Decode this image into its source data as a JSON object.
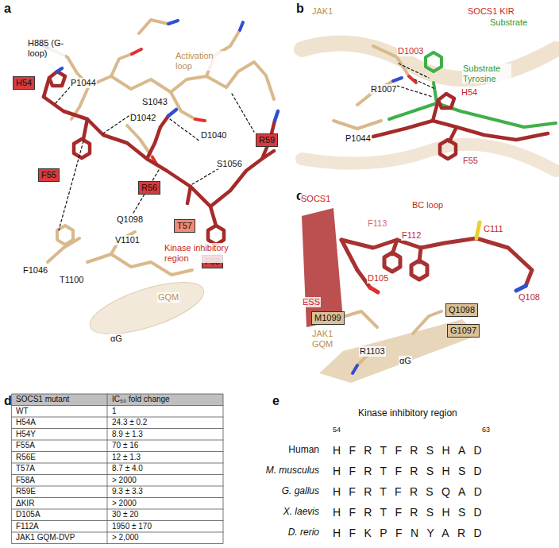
{
  "diagram": {
    "nodes": [
      {
        "text": [
          "H54"
        ]
      },
      {
        "text": [
          "F55"
        ]
      },
      {
        "text": [
          "R56"
        ]
      },
      {
        "text": [
          "T57"
        ]
      },
      {
        "text": [
          "F58"
        ]
      },
      {
        "text": [
          "R59"
        ]
      },
      {
        "text": [
          "M1099"
        ]
      },
      {
        "text": [
          "Q1098"
        ]
      },
      {
        "text": [
          "G1097"
        ]
      }
    ],
    "labels": [
      "a",
      "H885 (G-loop)",
      "Activation loop",
      "P1044",
      "S1043",
      "D1042",
      "D1040",
      "S1056",
      "Q1098",
      "V1101",
      "F1046",
      "T1100",
      "GQM",
      "αG",
      "Kinase inhibitory region",
      "b",
      "JAK1",
      "SOCS1 KIR",
      "Substrate",
      "D1003",
      "Substrate Tyrosine",
      "R1007",
      "H54",
      "P1044",
      "F55",
      "c",
      "SOCS1",
      "BC loop",
      "F113",
      "F112",
      "C111",
      "Q108",
      "D105",
      "ESS",
      "JAK1 GQM",
      "R1103",
      "αG",
      "d",
      "SOCS1 mutant",
      "IC₅₀ fold change",
      "WT",
      "1",
      "H54A",
      "24.3 ± 0.2",
      "H54Y",
      "8.9 ± 1.3",
      "F55A",
      "70 ± 16",
      "R56E",
      "12 ± 1.3",
      "T57A",
      "8.7 ± 4.0",
      "F58A",
      "> 2000",
      "R59E",
      "9.3 ± 3.3",
      "ΔKIR",
      "> 2000",
      "D105A",
      "30 ± 20",
      "F112A",
      "1950 ± 170",
      "JAK1 GQM-DVP",
      "> 2,000",
      "e",
      "Kinase inhibitory region",
      "54",
      "63",
      "Human",
      "M. musculus",
      "G. gallus",
      "X. laevis",
      "D. rerio",
      "HFRTFRSHAD",
      "HFRTFRSHSD",
      "HFRTFRSQAD",
      "HFRTFRSHSD",
      "HFKPFNYARD"
    ]
  }
}
